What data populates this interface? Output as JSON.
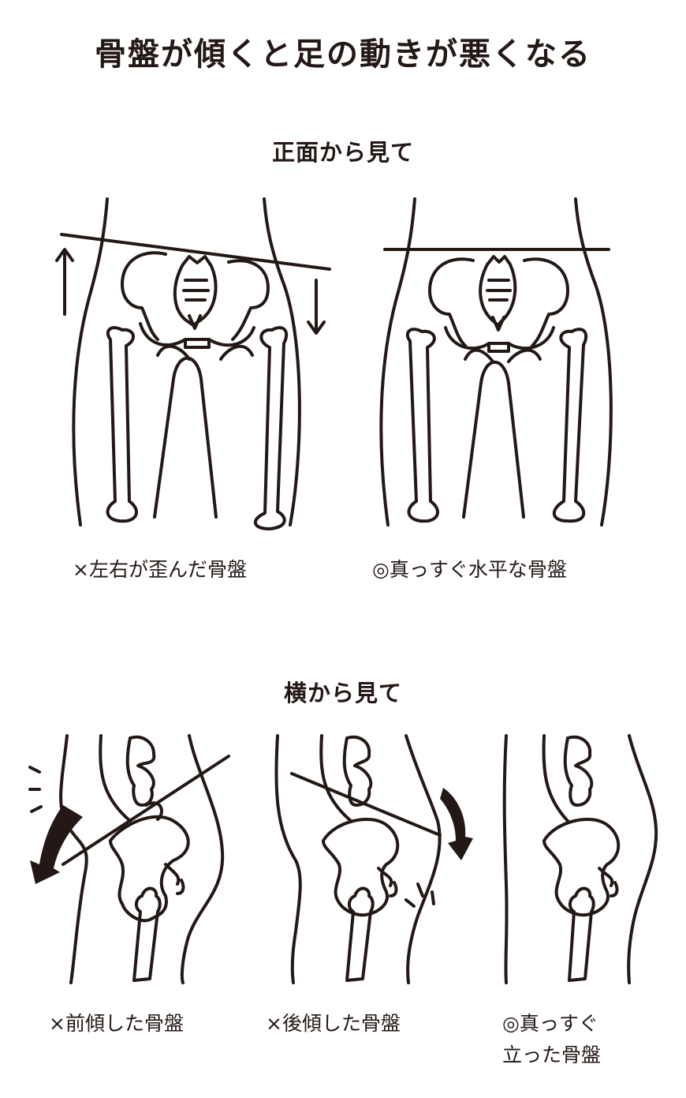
{
  "title": "骨盤が傾くと足の動きが悪くなる",
  "front_view": {
    "heading": "正面から見て",
    "figures": [
      {
        "id": "tilted-lateral",
        "caption": "×左右が歪んだ骨盤",
        "arrows": [
          "up-left",
          "down-right"
        ],
        "reference_line": "tilted"
      },
      {
        "id": "level",
        "caption": "◎真っすぐ水平な骨盤",
        "reference_line": "horizontal"
      }
    ]
  },
  "side_view": {
    "heading": "横から見て",
    "figures": [
      {
        "id": "anterior-tilt",
        "caption": "×前傾した骨盤",
        "arrow": "curved-forward-down"
      },
      {
        "id": "posterior-tilt",
        "caption": "×後傾した骨盤",
        "arrow": "curved-backward-down"
      },
      {
        "id": "upright",
        "caption": "◎真っすぐ\n立った骨盤"
      }
    ]
  },
  "colors": {
    "ink": "#231815",
    "background": "#ffffff"
  }
}
